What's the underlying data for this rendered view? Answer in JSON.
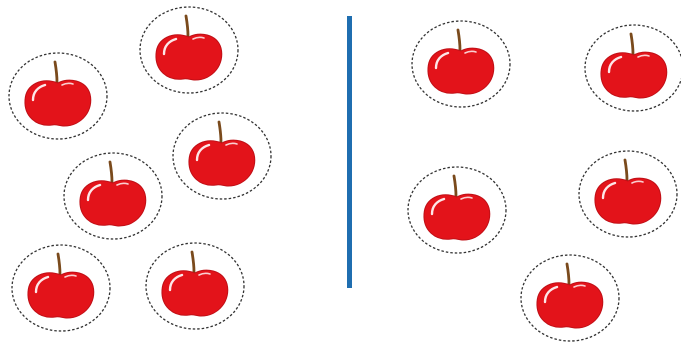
{
  "colors": {
    "background": "#ffffff",
    "apple_fill": "#e3131a",
    "apple_dark": "#c00f16",
    "apple_highlight": "#ffffff",
    "stem": "#7a4a1c",
    "dashed_outline": "#333333",
    "divider": "#1f6eb0"
  },
  "icons": {
    "apple": "apple-icon",
    "circle": "dashed-circle-outline"
  },
  "groups": [
    {
      "name": "left-group",
      "apple_count": 6
    },
    {
      "name": "right-group",
      "apple_count": 5
    }
  ]
}
